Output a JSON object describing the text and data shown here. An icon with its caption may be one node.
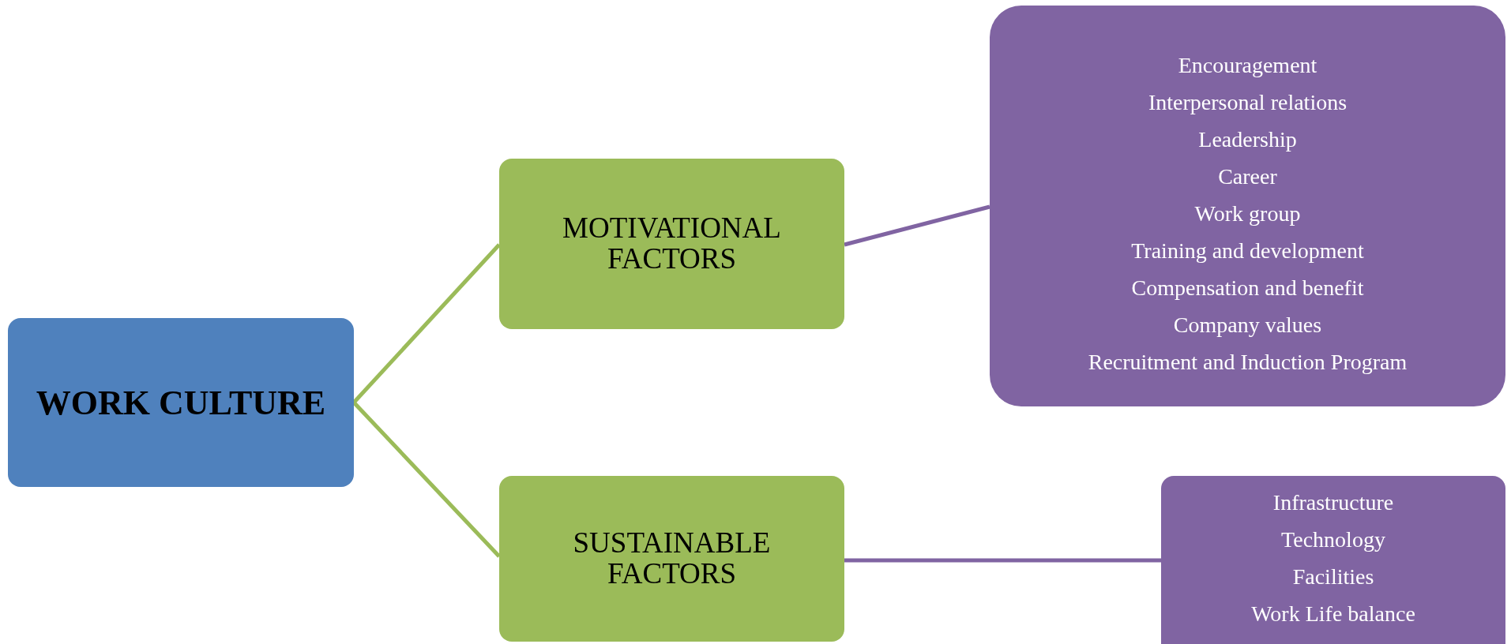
{
  "diagram": {
    "nodes": [
      {
        "text": [
          "WORK CULTURE"
        ]
      },
      {
        "text": [
          "MOTIVATIONAL FACTORS"
        ]
      },
      {
        "text": [
          "SUSTAINABLE FACTORS"
        ]
      },
      {
        "text": [
          "Encouragement",
          "Interpersonal relations",
          "Leadership",
          "Career",
          "Work group",
          "Training and development",
          "Compensation and benefit",
          "Company values",
          "Recruitment and Induction Program"
        ]
      },
      {
        "text": [
          "Infrastructure",
          "Technology",
          "Facilities",
          "Work Life balance"
        ]
      }
    ],
    "edges": [
      {
        "from": 0,
        "to": 1,
        "arrow": "none",
        "color": "#9bbb59"
      },
      {
        "from": 0,
        "to": 2,
        "arrow": "none",
        "color": "#9bbb59"
      },
      {
        "from": 1,
        "to": 3,
        "arrow": "none",
        "color": "#8064a2"
      },
      {
        "from": 2,
        "to": 4,
        "arrow": "none",
        "color": "#8064a2"
      }
    ]
  }
}
